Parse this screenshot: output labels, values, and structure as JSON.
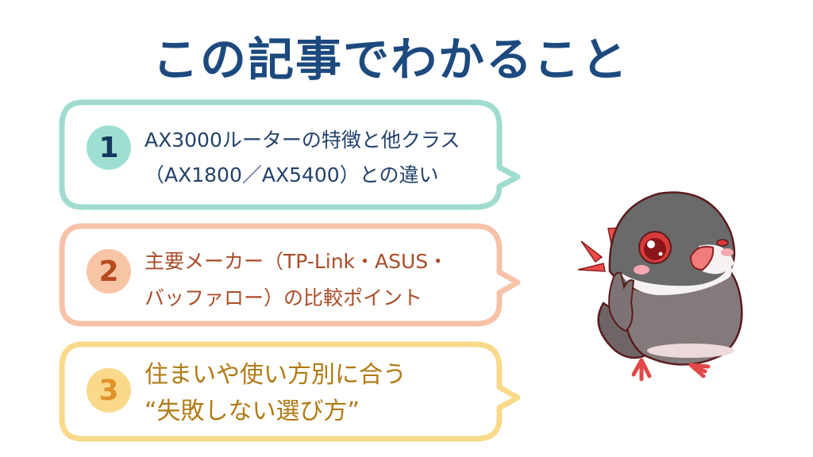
{
  "title": "この記事でわかること",
  "items": [
    {
      "number": "1",
      "lines": [
        "AX3000ルーターの特徴と他クラス",
        "（AX1800／AX5400）との違い"
      ],
      "colors": {
        "border": "#9fdccf",
        "badge": "#9ddfd3",
        "number": "#16395f",
        "text": "#23416b"
      }
    },
    {
      "number": "2",
      "lines": [
        "主要メーカー（TP-Link・ASUS・",
        "バッファロー）の比較ポイント"
      ],
      "colors": {
        "border": "#f8c2a8",
        "badge": "#f8c4a6",
        "number": "#b54a1f",
        "text": "#a84d28"
      }
    },
    {
      "number": "3",
      "lines": [
        "住まいや使い方別に合う",
        "“失敗しない選び方”"
      ],
      "colors": {
        "border": "#fad98a",
        "badge": "#fbd98a",
        "number": "#e0932a",
        "text": "#b07a14"
      }
    }
  ],
  "mascot": {
    "description": "java-sparrow-peace-sign-mascot"
  },
  "colors": {
    "title": "#1c4a7e",
    "background": "#ffffff"
  }
}
